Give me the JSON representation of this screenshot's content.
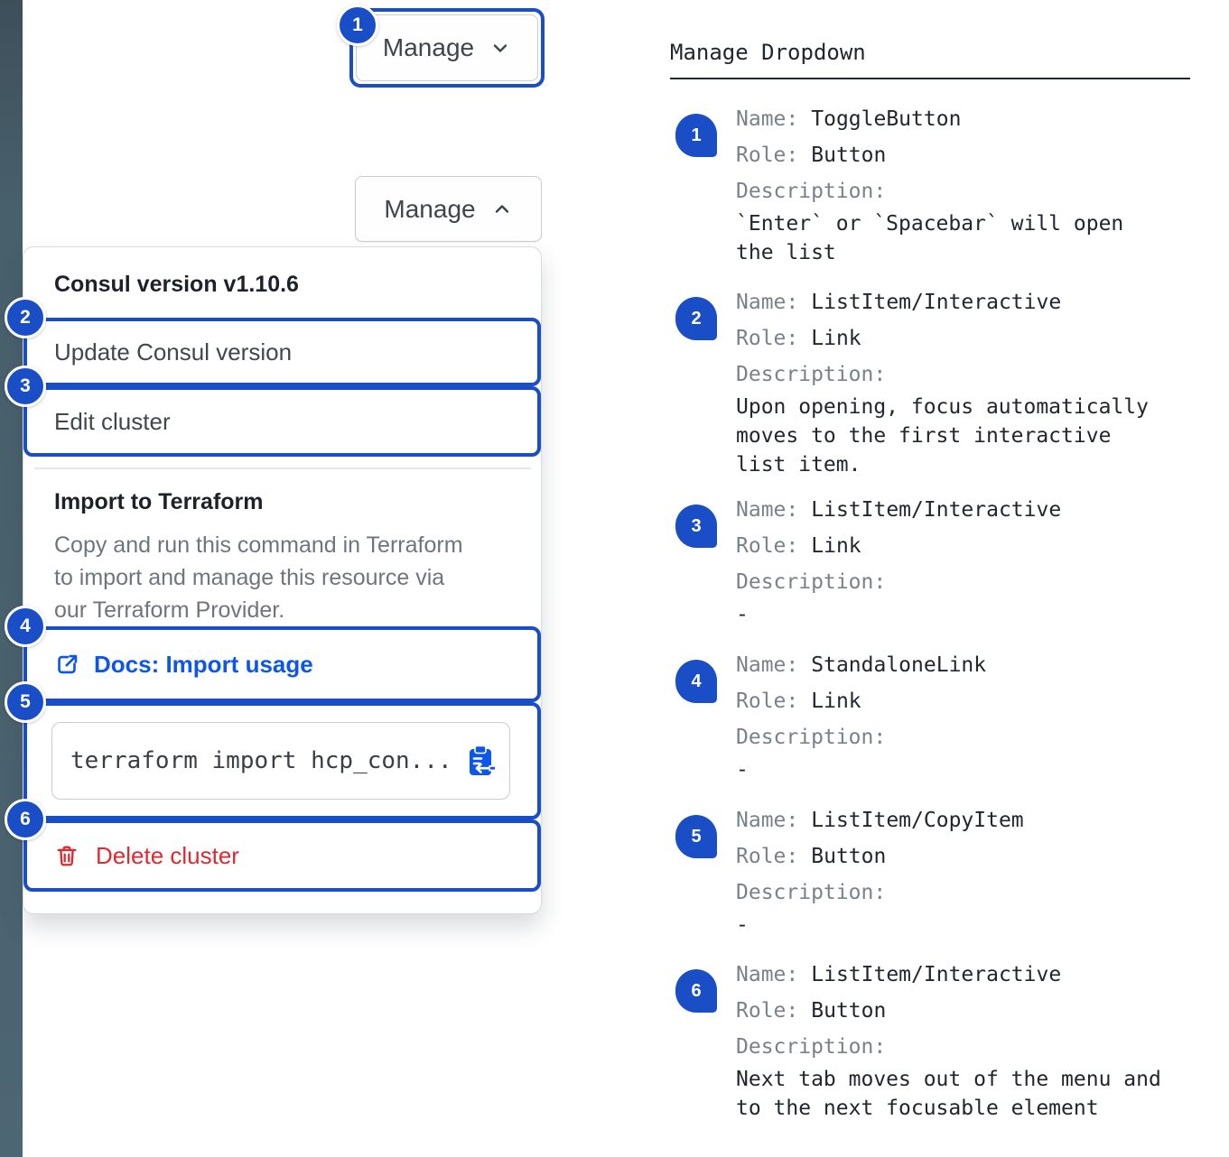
{
  "ui": {
    "manage_button": "Manage",
    "dropdown": {
      "version_header": "Consul version v1.10.6",
      "update_item": "Update Consul version",
      "edit_item": "Edit cluster",
      "import_header": "Import to Terraform",
      "import_description": "Copy and run this command in Terraform\nto import and manage this resource via\nour Terraform Provider.",
      "docs_link": "Docs: Import usage",
      "code_snippet": "terraform import hcp_con...",
      "delete_item": "Delete cluster"
    }
  },
  "markers": [
    "1",
    "2",
    "3",
    "4",
    "5",
    "6"
  ],
  "spec": {
    "title": "Manage Dropdown",
    "field_labels": {
      "name": "Name:",
      "role": "Role:",
      "description": "Description:"
    },
    "items": [
      {
        "name": "ToggleButton",
        "role": "Button",
        "description": "`Enter` or `Spacebar` will open\nthe list"
      },
      {
        "name": "ListItem/Interactive",
        "role": "Link",
        "description": "Upon opening, focus automatically\nmoves to the first interactive\nlist item."
      },
      {
        "name": "ListItem/Interactive",
        "role": "Link",
        "description": "-"
      },
      {
        "name": "StandaloneLink",
        "role": "Link",
        "description": "-"
      },
      {
        "name": "ListItem/CopyItem",
        "role": "Button",
        "description": "-"
      },
      {
        "name": "ListItem/Interactive",
        "role": "Button",
        "description": "Next tab moves out of the menu and\nto the next focusable element"
      }
    ]
  },
  "colors": {
    "annotation_blue": "#1a4ec6",
    "link_blue": "#0c56e9",
    "danger_red": "#dd2a30"
  }
}
